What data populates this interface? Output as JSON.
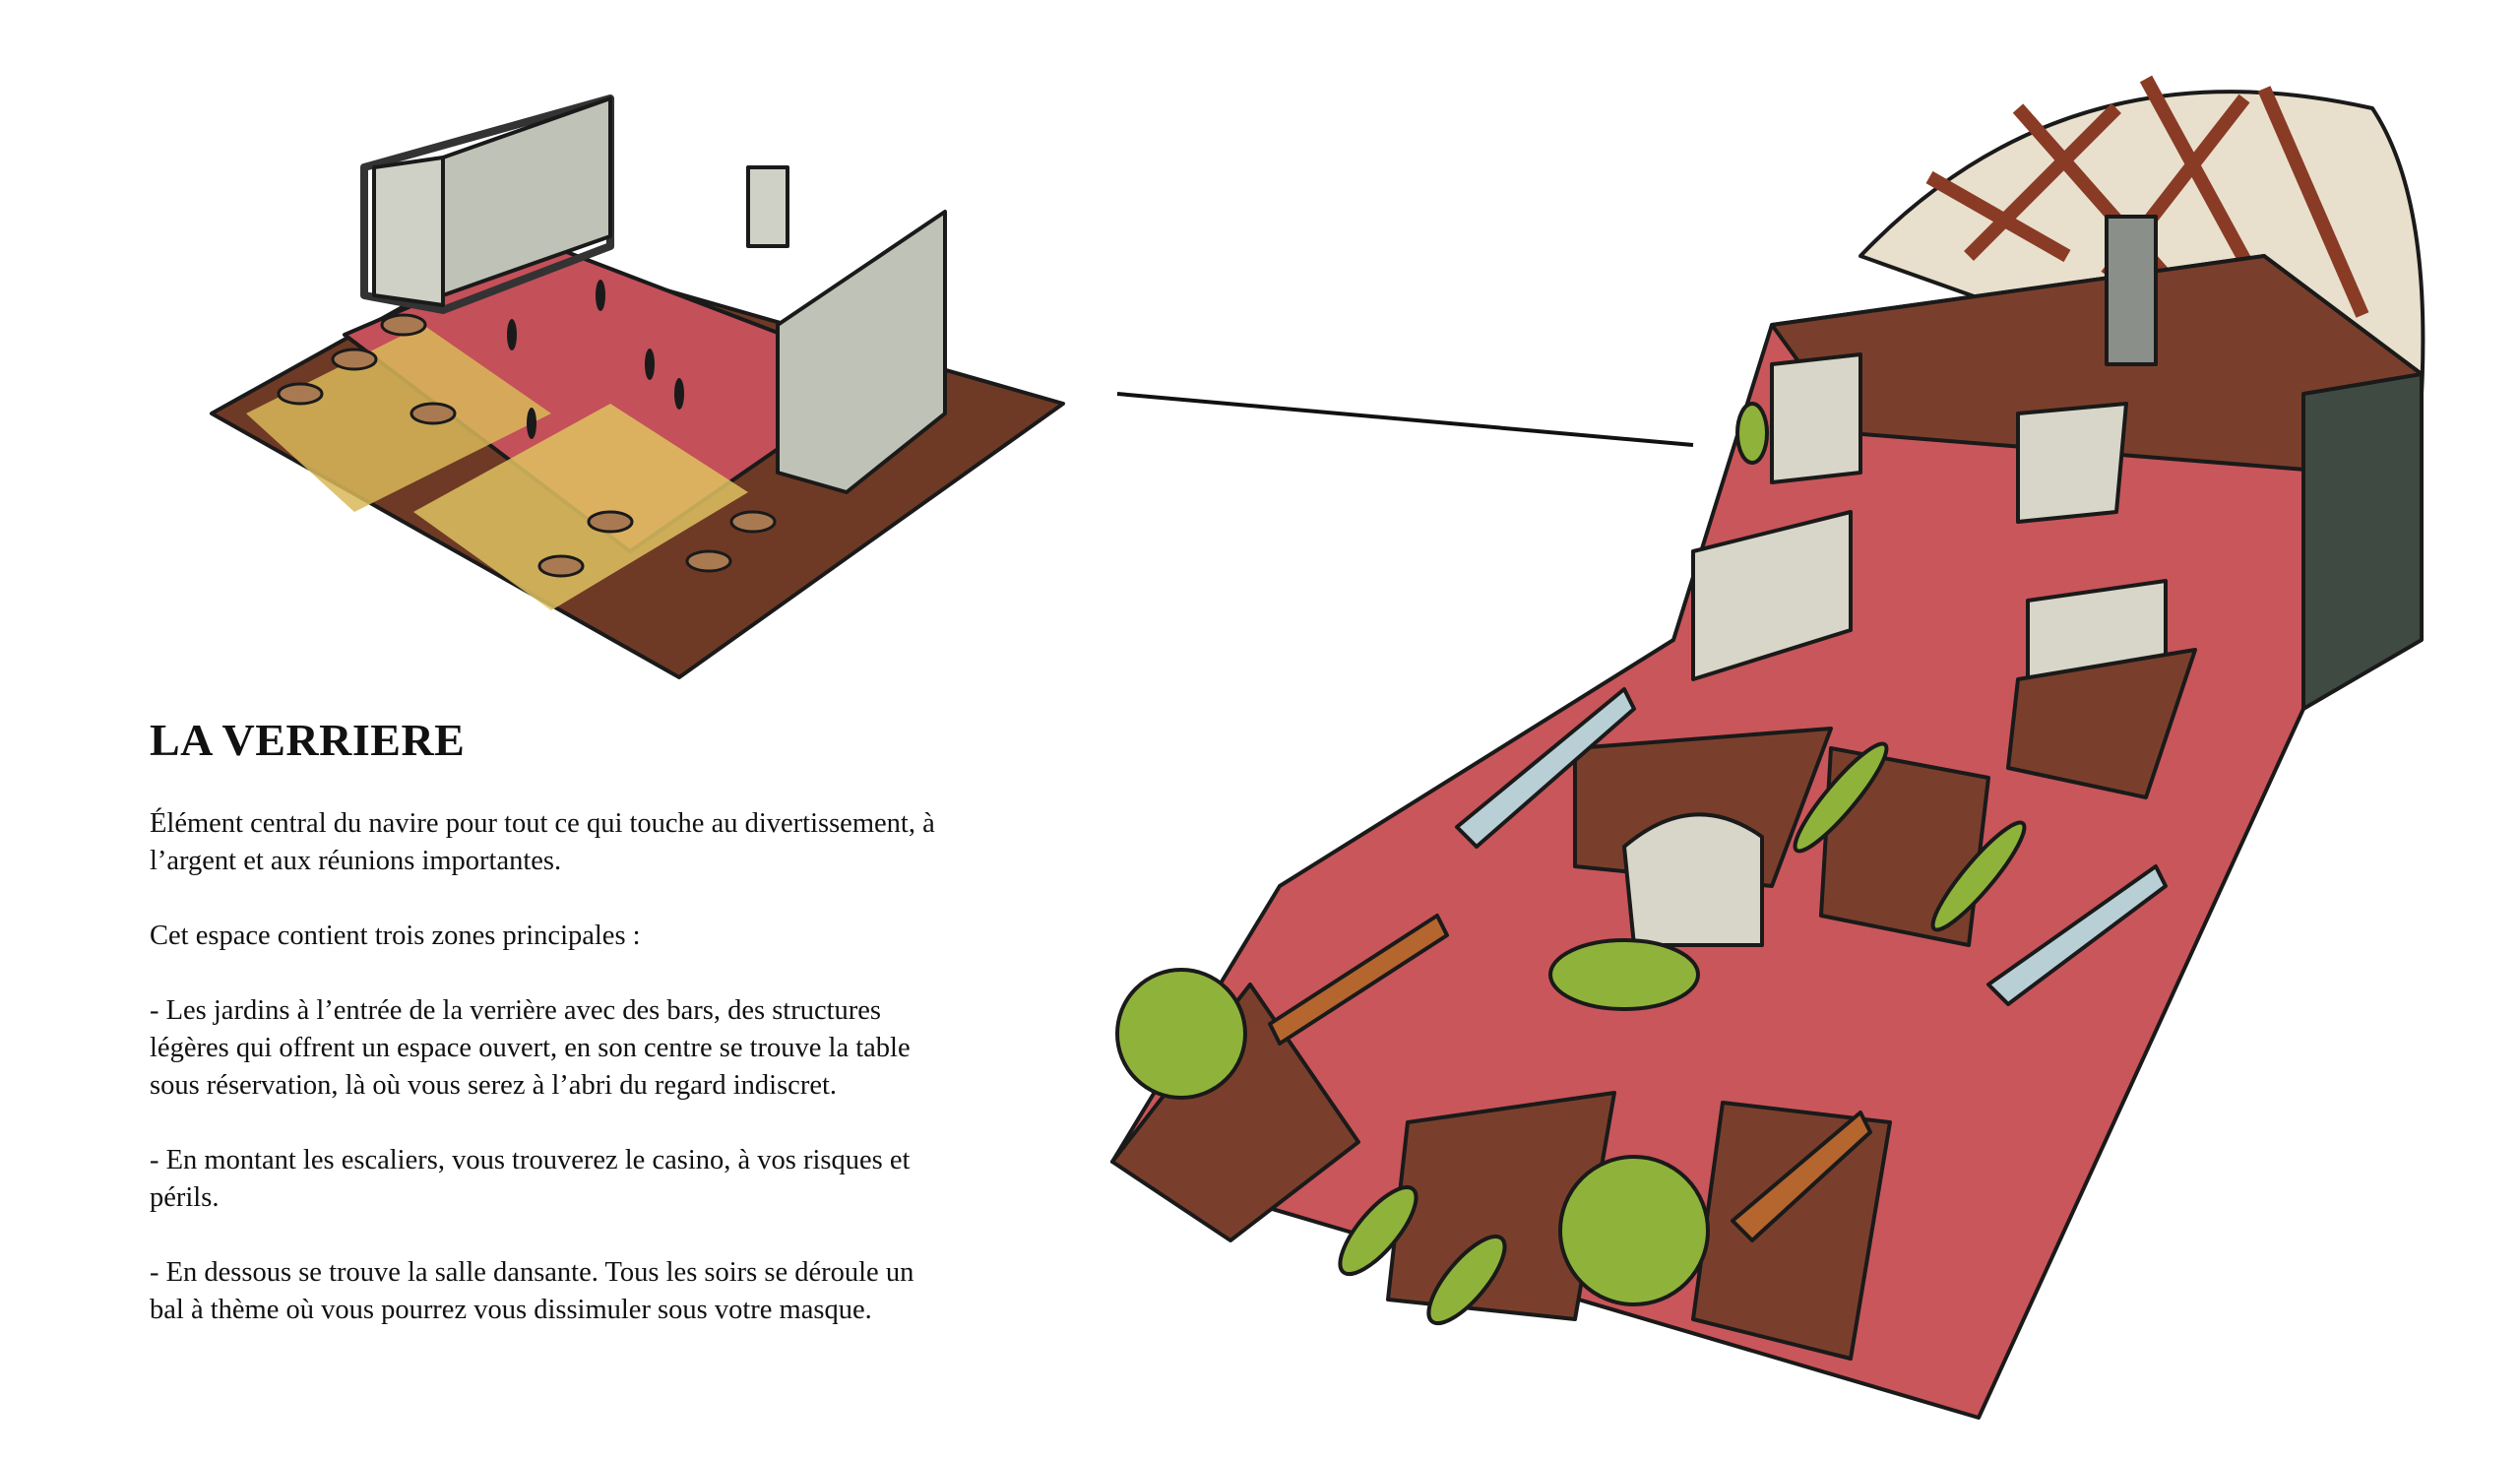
{
  "title": "LA VERRIERE",
  "paragraphs": [
    "Élément central du navire pour tout ce qui touche au divertissement, à l’argent et aux réunions importantes.",
    "Cet espace contient trois zones principales :",
    "- Les jardins à l’entrée de la verrière avec des bars, des structures légères qui offrent un espace ouvert, en son centre se trouve la table sous réservation, là où vous serez à l’abri du regard indiscret.",
    "- En montant les escaliers, vous trouverez le casino, à vos risques et périls.",
    "- En dessous se trouve la salle dansante. Tous les soirs se déroule un bal à thème où vous pourrez vous dissimuler sous votre masque."
  ],
  "colors": {
    "floor_red": "#c9565a",
    "floor_brown": "#7a3f2c",
    "light_yellow": "#e8c860",
    "stone": "#d8d6c8",
    "tree": "#8fb33a",
    "glass": "#e8e0cc",
    "beam": "#8a3b25"
  }
}
